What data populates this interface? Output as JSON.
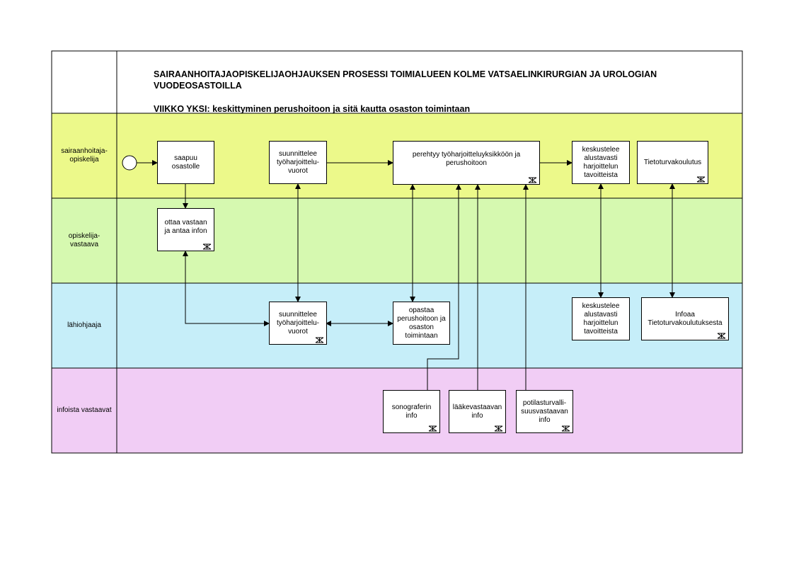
{
  "header": {
    "title": "SAIRAANHOITAJAOPISKELIJAOHJAUKSEN PROSESSI TOIMIALUEEN KOLME VATSAELINKIRURGIAN JA UROLOGIAN\n VUODEOSASTOILLA",
    "subtitle": "VIIKKO YKSI: keskittyminen perushoitoon ja sitä kautta osaston toimintaan"
  },
  "lanes": [
    {
      "id": "opiskelija",
      "label": "sairaanhoitaja-\nopiskelija",
      "color": "#ecf98a"
    },
    {
      "id": "vastaava",
      "label": "opiskelija-\nvastaava",
      "color": "#d6f9b0"
    },
    {
      "id": "lahiohjaaja",
      "label": "lähiohjaaja",
      "color": "#c6eef9"
    },
    {
      "id": "infoista",
      "label": "infoista vastaavat",
      "color": "#f1cdf5"
    }
  ],
  "tasks": {
    "saapuu": "saapuu\nosastolle",
    "suunnittelee_top": "suunnittelee\ntyöharjoittelu-\nvuorot",
    "perehtyy": "perehtyy työharjoitteluyksikköön ja\nperushoitoon",
    "keskustelee_top": "keskustelee\nalustavasti\nharjoittelun\ntavoitteista",
    "tietoturva": "Tietoturvakoulutus",
    "ottaa": "ottaa vastaan\nja antaa infon",
    "suunnittelee_bottom": "suunnittelee\ntyöharjoittelu-\nvuorot",
    "opastaa": "opastaa\nperushoitoon ja\nosaston\ntoimintaan",
    "keskustelee_bottom": "keskustelee\nalustavasti\nharjoittelun\ntavoitteista",
    "infoaa": "Infoaa\nTietoturvakoulutuksesta",
    "sonografeerin": "sonograferin\ninfo",
    "laakevastaavan": "lääkevastaavan\ninfo",
    "potilasturvalli": "potilasturvalli-\nsuusvastaavan\ninfo"
  },
  "colors": {
    "line": "#000000",
    "background": "#ffffff"
  }
}
